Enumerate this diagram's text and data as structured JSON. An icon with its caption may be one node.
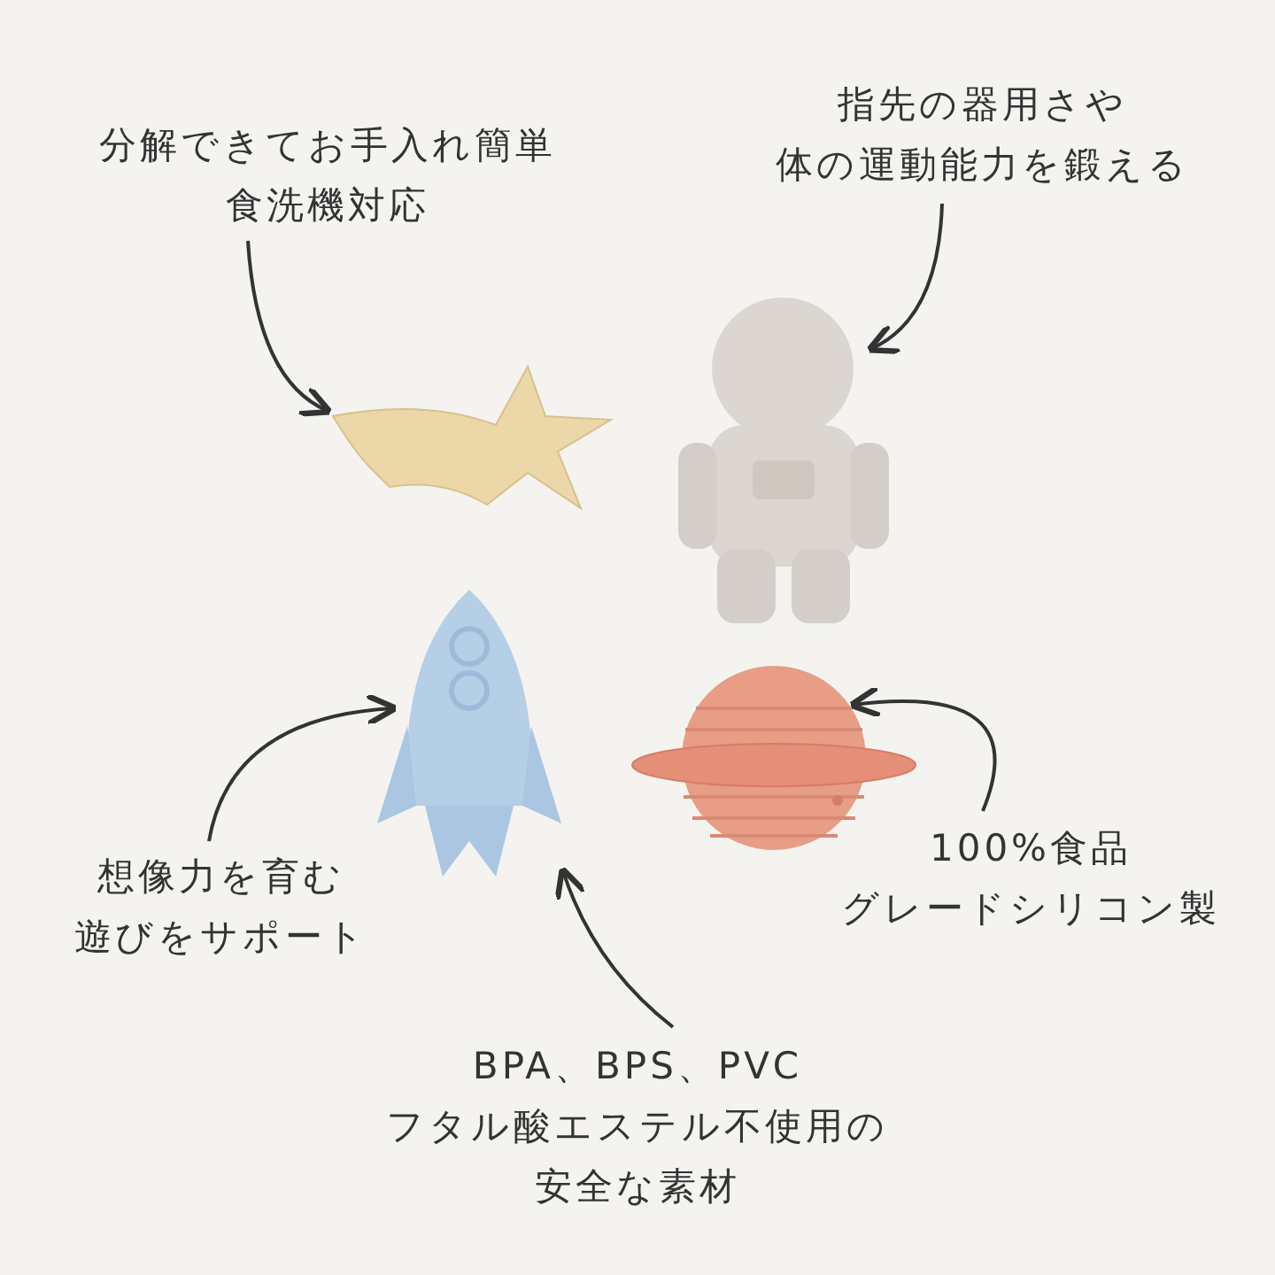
{
  "diagram": {
    "nodes": [
      {
        "text": [
          "分解できてお手入れ簡単食洗機対応"
        ]
      },
      {
        "text": [
          "指先の器用さや体の運動能力を鍛える"
        ]
      },
      {
        "text": [],
        "shape": "picture"
      },
      {
        "text": [],
        "shape": "picture"
      },
      {
        "text": [],
        "shape": "picture"
      },
      {
        "text": [],
        "shape": "picture"
      },
      {
        "text": [
          "想像力を育む遊びをサポート"
        ]
      },
      {
        "text": [
          "100%食品グレードシリコン製"
        ]
      },
      {
        "text": [
          "BPA、BPS、PVCフタル酸エステル不使用の安全な素材"
        ]
      }
    ],
    "edges": [
      {
        "from": 0,
        "to": 2,
        "arrow": "to"
      },
      {
        "from": 1,
        "to": 3,
        "arrow": "to"
      },
      {
        "from": 6,
        "to": 4,
        "arrow": "to"
      },
      {
        "from": 7,
        "to": 5,
        "arrow": "to"
      },
      {
        "from": 8,
        "to": 4,
        "arrow": "to"
      }
    ]
  }
}
